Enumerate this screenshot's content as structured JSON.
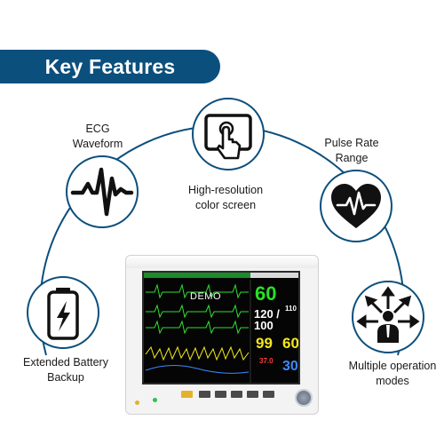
{
  "banner": {
    "title": "Key Features"
  },
  "features": {
    "ecg": {
      "label": "ECG Waveform",
      "icon": "ecg-waveform-icon"
    },
    "screen": {
      "label": "High-resolution color screen",
      "icon": "touchscreen-icon"
    },
    "pulse": {
      "label": "Pulse Rate Range",
      "icon": "heart-pulse-icon"
    },
    "battery": {
      "label": "Extended Battery Backup",
      "icon": "battery-charging-icon"
    },
    "modes": {
      "label": "Multiple operation modes",
      "icon": "person-arrows-icon"
    }
  },
  "monitor": {
    "watermark": "DEMO",
    "heart_rate": "60",
    "blood_pressure": "120 / 100",
    "bp_extra": "110",
    "spo2": "99",
    "pulse_rate": "60",
    "resp": "30",
    "temp": "37.0"
  },
  "colors": {
    "brand": "#0b4f7d",
    "text": "#1a1a1a"
  }
}
